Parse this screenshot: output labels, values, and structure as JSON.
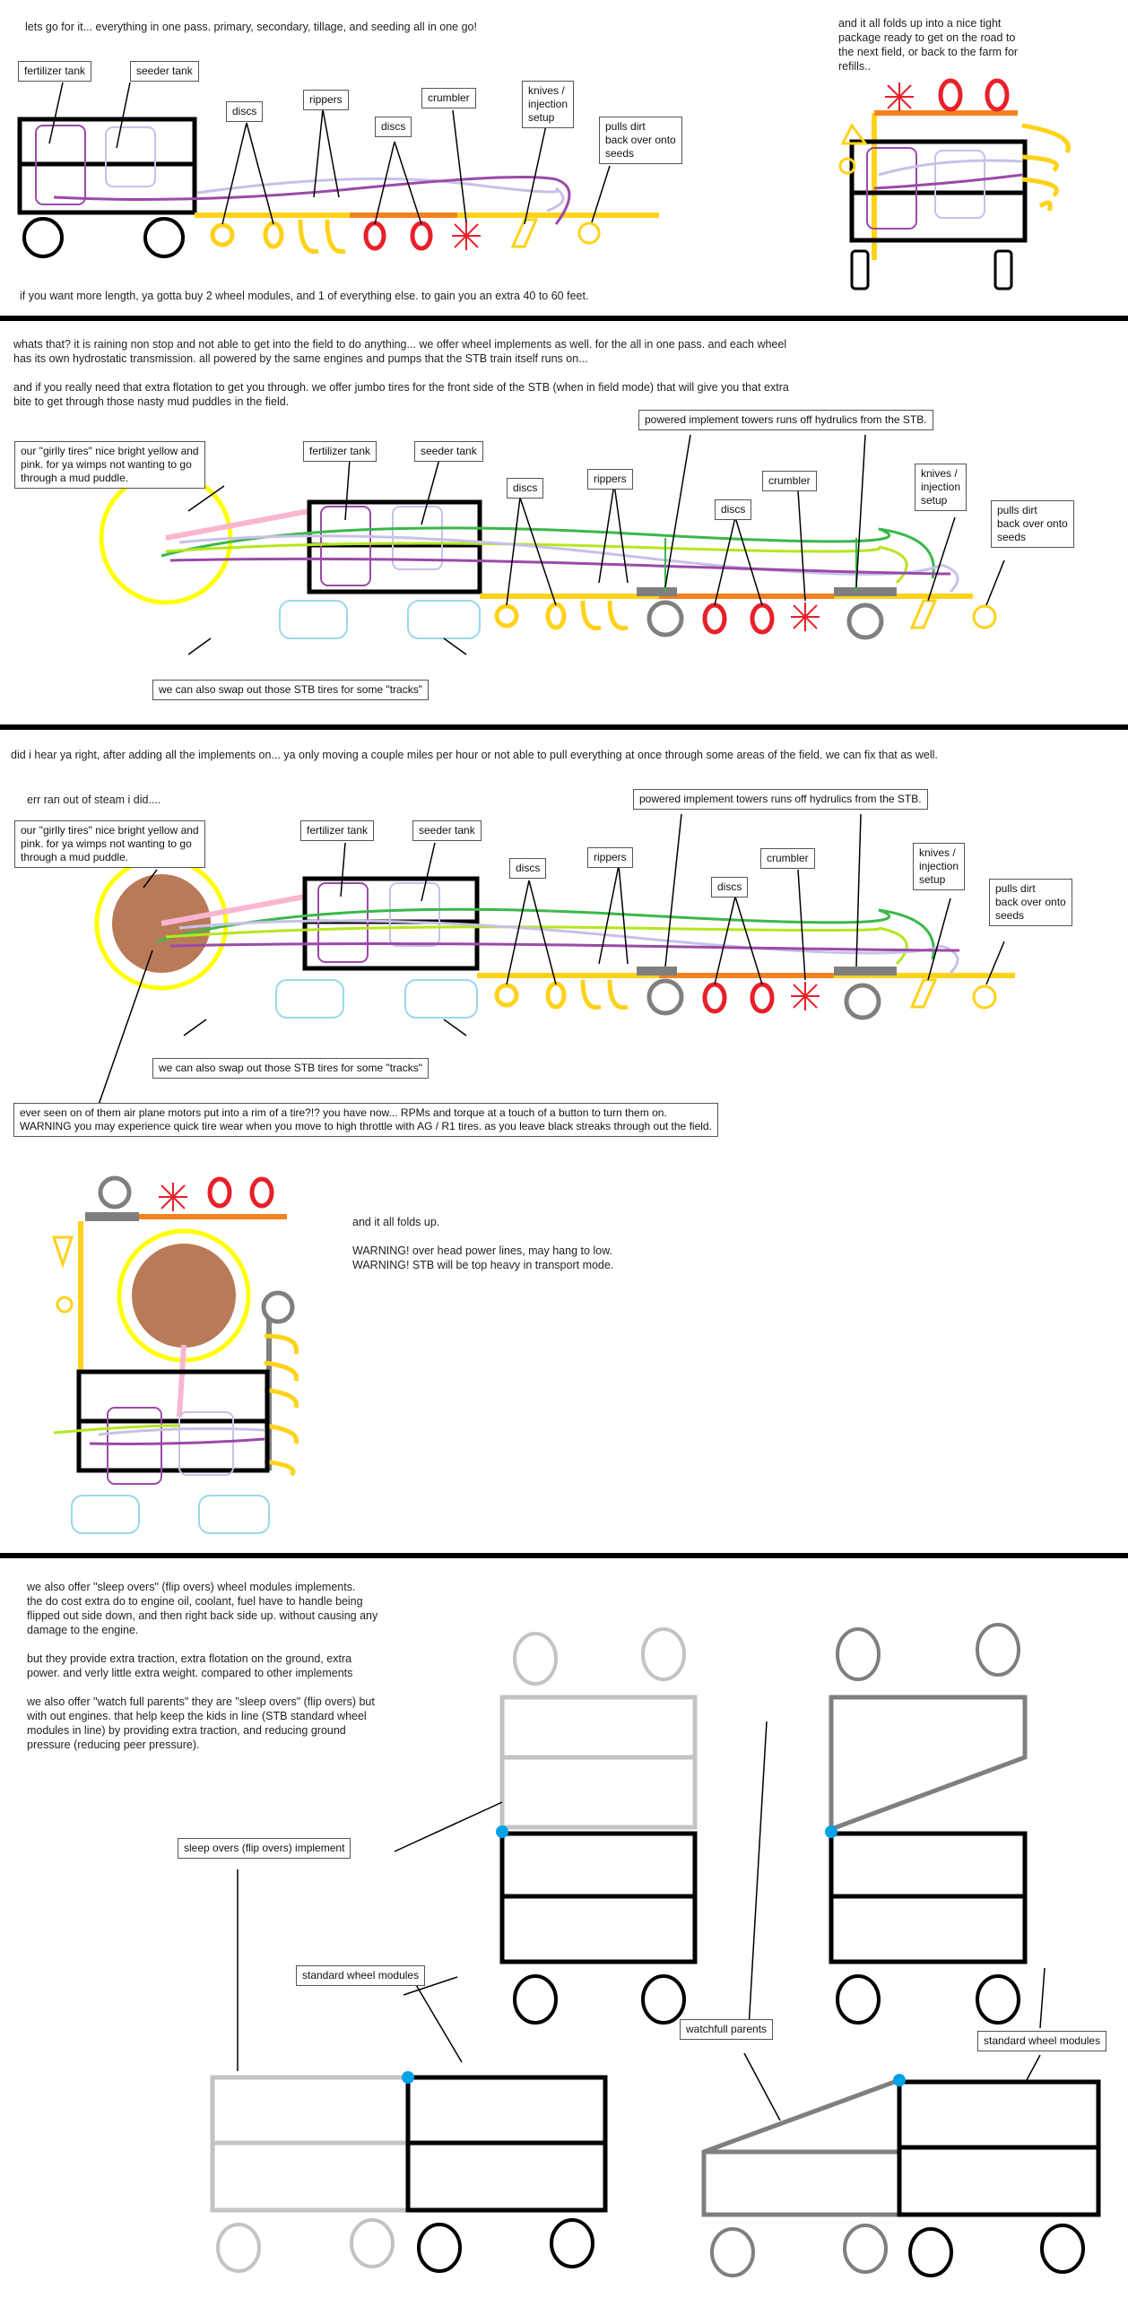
{
  "colors": {
    "yellow": "#ffd21a",
    "red": "#e8202a",
    "orange": "#f58220",
    "purple": "#9b4aa8",
    "lavender": "#c8c0e8",
    "green": "#3bb84a",
    "lime": "#b5e61d",
    "pink": "#f9b6d0",
    "brown": "#b97a57",
    "lightblue": "#99d9ea",
    "gray": "#7f7f7f",
    "lightgray": "#c3c3c3",
    "blue": "#00a2e8",
    "black": "#000000"
  },
  "section1": {
    "intro": "lets go for it... everything in one pass.  primary, secondary, tillage, and seeding all in one go!",
    "fold_note": "and it all folds up into a nice tight\npackage ready to get on the road to\nthe next field, or back to the farm for\nrefills..",
    "bottom_note": "if you want more length, ya gotta buy 2 wheel modules, and 1 of everything else. to gain you an extra 40 to 60 feet.",
    "labels": {
      "fertilizer_tank": "fertilizer tank",
      "seeder_tank": "seeder tank",
      "discs1": "discs",
      "rippers": "rippers",
      "discs2": "discs",
      "crumbler": "crumbler",
      "knives": "knives /\ninjection\nsetup",
      "pulls_dirt": "pulls dirt\nback over onto\nseeds"
    }
  },
  "section2": {
    "intro": "whats that?  it is raining non stop and not able to get into the field to do anything...  we offer wheel implements as well. for the all in one pass.   and each wheel\nhas its own hydrostatic transmission. all powered by the same engines and pumps that the STB train itself runs on...\n\nand if you really need that extra flotation to get you through. we offer jumbo tires for the front side of the STB (when in field mode)  that will give you that extra\nbite to get through those nasty mud puddles in the field.",
    "labels": {
      "girly_tires": "our \"girlly tires\" nice bright yellow and\npink. for ya wimps not wanting to go\nthrough a mud puddle.",
      "fertilizer_tank": "fertilizer tank",
      "seeder_tank": "seeder tank",
      "powered_towers": "powered implement towers runs off hydrulics from the STB.",
      "discs1": "discs",
      "rippers": "rippers",
      "discs2": "discs",
      "crumbler": "crumbler",
      "knives": "knives /\ninjection\nsetup",
      "pulls_dirt": "pulls dirt\nback over onto\nseeds",
      "tracks": "we can also swap out those STB tires for some \"tracks\""
    }
  },
  "section3": {
    "intro": "did i hear ya right, after adding all the implements on... ya only moving a couple miles per hour or not able to pull everything at once through some areas of the field.  we can fix that as well.",
    "steam": "err ran out of steam i did....",
    "labels": {
      "girly_tires": "our \"girlly tires\" nice bright yellow and\npink. for ya wimps not wanting to go\nthrough a mud puddle.",
      "fertilizer_tank": "fertilizer tank",
      "seeder_tank": "seeder tank",
      "powered_towers": "powered implement towers runs off hydrulics from the STB.",
      "discs1": "discs",
      "rippers": "rippers",
      "discs2": "discs",
      "crumbler": "crumbler",
      "knives": "knives /\ninjection\nsetup",
      "pulls_dirt": "pulls dirt\nback over onto\nseeds",
      "tracks": "we can also swap out those STB tires for some \"tracks\"",
      "airplane": "ever seen on of them air plane motors put into a rim of a tire?!?  you have now... RPMs and torque at a touch of a button to turn them on.\nWARNING you may experience quick tire wear when you move to high throttle with AG / R1 tires.   as you leave black streaks through out the field."
    }
  },
  "section4": {
    "note": "and it all folds up.\n\nWARNING!  over head power lines, may hang to low.\nWARNING! STB will be top heavy in transport mode."
  },
  "section5": {
    "intro": "we also offer \"sleep overs\" (flip overs) wheel modules implements.\nthe do cost extra do to engine oil, coolant, fuel have to handle being\nflipped out side down, and then right back side up. without causing any\ndamage to the engine.\n\nbut they provide extra traction, extra flotation on the ground, extra\npower. and verly little extra weight. compared to other implements\n\nwe also offer \"watch full parents\"  they are \"sleep overs\" (flip overs) but\nwith out engines.  that help keep the kids in line (STB standard wheel\nmodules in line) by providing extra traction, and reducing ground\npressure (reducing peer pressure).",
    "labels": {
      "sleep_overs": "sleep overs (flip overs) implement",
      "standard1": "standard wheel modules",
      "watchfull": "watchfull parents",
      "standard2": "standard wheel modules"
    }
  }
}
